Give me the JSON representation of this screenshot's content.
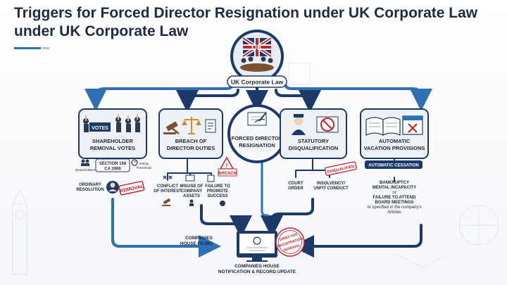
{
  "title": "Triggers for Forced Director Resignation under UK Corporate Law under UK Corporate Law",
  "hub": {
    "flag_text": "UK",
    "label": "UK Corporate Law"
  },
  "center": {
    "line1": "FORCED DIRECTOR",
    "line2": "RESIGNATION"
  },
  "boxes": {
    "shareholder": {
      "sign": "VOTES",
      "line1": "SHAREHOLDER",
      "line2": "REMOVAL VOTES"
    },
    "breach": {
      "line1": "BREACH OF",
      "line2": "DIRECTOR DUTIES"
    },
    "statutory": {
      "line1": "STATUTORY",
      "line2": "DISQUALIFICATION"
    },
    "automatic": {
      "line1": "AUTOMATIC",
      "line2": "VACATION PROVISIONS"
    }
  },
  "shareholder_details": {
    "section_line1": "SECTION 168",
    "section_line2": "CA 2006",
    "shareholders": "Shareholders",
    "voting_line1": "Voting",
    "voting_line2": "Threshold",
    "ordinary_line1": "ORDINARY",
    "ordinary_line2": "RESOLUTION",
    "stamp": "REMOVAL"
  },
  "breach_details": {
    "badge": "BREACH",
    "conflict_line1": "CONFLICT",
    "conflict_line2": "OF INTEREST",
    "misuse_line1": "MISUSE OF",
    "misuse_line2": "COMPANY",
    "misuse_line3": "ASSETS",
    "failure_line1": "FAILURE TO",
    "failure_line2": "PROMOTE",
    "failure_line3": "SUCCESS"
  },
  "statutory_details": {
    "stamp": "DISQUALIFIED",
    "court_line1": "COURT",
    "court_line2": "ORDER",
    "insolvency_line1": "INSOLVENCY/",
    "insolvency_line2": "UNFIT CONDUCT"
  },
  "automatic_details": {
    "badge": "AUTOMATIC CESSATION",
    "line1": "BANKRUPTCY",
    "line2": "MENTAL INCAPACITY",
    "line3": "or",
    "line4": "FAILURE TO ATTEND",
    "line5": "BOARD MEETINGS",
    "line6": "or specified in the company's",
    "line7": "Articles"
  },
  "filing": {
    "label_line1": "COMPANIES",
    "label_line2": "HOUSE FILING",
    "stamp_line1": "DIRECTOR",
    "stamp_line2": "REGISTRATION",
    "stamp_line3": "REMOVAL",
    "caption_line1": "COMPANIES HOUSE",
    "caption_line2": "NOTIFICATION & RECORD UPDATE"
  },
  "colors": {
    "navy": "#1b3a6b",
    "blue": "#2f6fb5",
    "red": "#c8242b",
    "panel": "#eef2f7"
  }
}
